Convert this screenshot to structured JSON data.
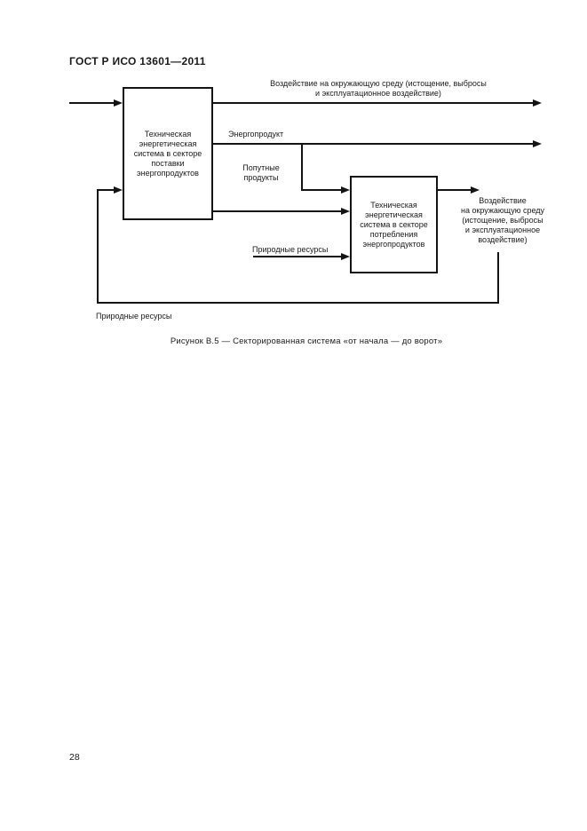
{
  "page": {
    "header": "ГОСТ Р ИСО 13601—2011",
    "caption": "Рисунок В.5 — Секторированная система «от начала — до ворот»",
    "page_number": "28"
  },
  "diagram": {
    "supply_box_label": "Техническая энергетическая система в секторе поставки энергопродуктов",
    "consumption_box_label": "Техническая энергетическая система в секторе потребления энергопродуктов",
    "labels": {
      "impact_top_line1": "Воздействие на окружающую среду (истощение, выбросы",
      "impact_top_line2": "и эксплуатационное воздействие)",
      "energy_product": "Энергопродукт",
      "byproducts": "Попутные продукты",
      "natural_resources_right": "Природные ресурсы",
      "impact_right_line1": "Воздействие",
      "impact_right_line2": "на окружающую среду",
      "impact_right_line3": "(истощение, выбросы",
      "impact_right_line4": "и эксплуатационное",
      "impact_right_line5": "воздействие)",
      "natural_resources_bottom": "Природные ресурсы"
    },
    "colors": {
      "line": "#141414",
      "text": "#1a1a1a",
      "background": "#ffffff"
    }
  }
}
